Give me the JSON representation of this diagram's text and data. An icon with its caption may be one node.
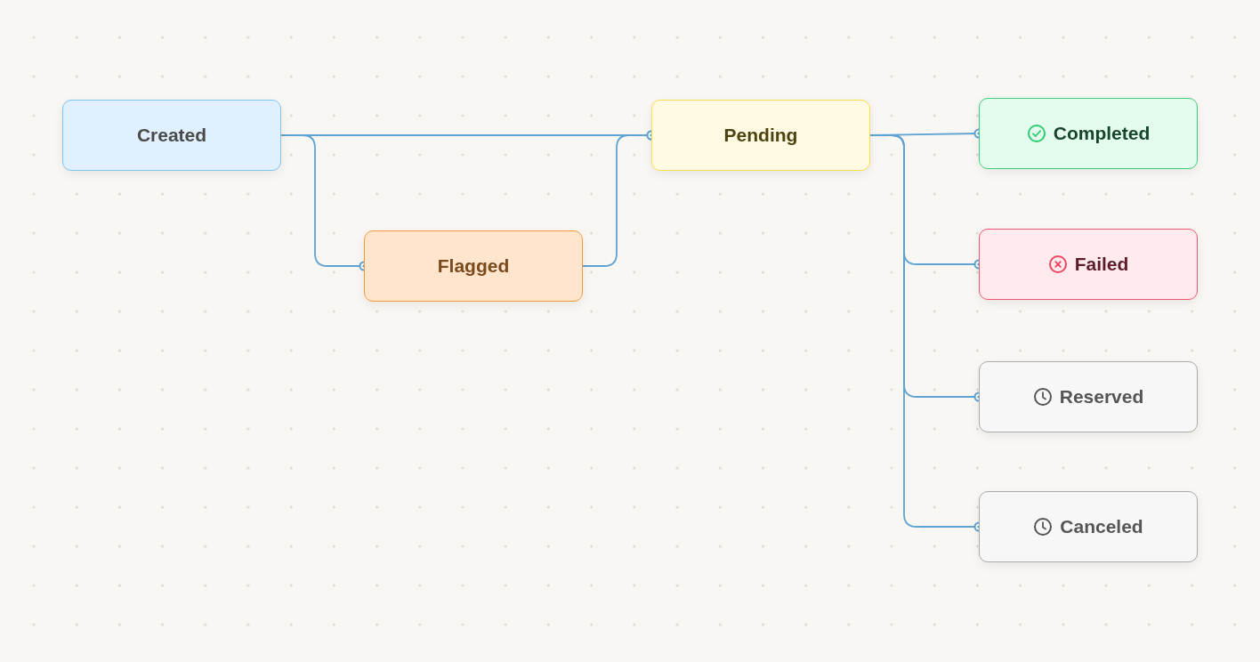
{
  "diagram": {
    "nodes": [
      {
        "text": [
          "Created"
        ]
      },
      {
        "text": [
          "Flagged"
        ]
      },
      {
        "text": [
          "Pending"
        ]
      },
      {
        "text": [
          "Completed"
        ]
      },
      {
        "text": [
          "Failed"
        ]
      },
      {
        "text": [
          "Reserved"
        ]
      },
      {
        "text": [
          "Canceled"
        ]
      }
    ],
    "edges": [
      {
        "from": 0,
        "to": 2,
        "arrow": "other"
      },
      {
        "from": 0,
        "to": 1,
        "arrow": "other"
      },
      {
        "from": 1,
        "to": 2,
        "arrow": "other"
      },
      {
        "from": 2,
        "to": 3,
        "arrow": "other"
      },
      {
        "from": 2,
        "to": 4,
        "arrow": "other"
      },
      {
        "from": 2,
        "to": 5,
        "arrow": "other"
      },
      {
        "from": 2,
        "to": 6,
        "arrow": "other"
      }
    ]
  }
}
